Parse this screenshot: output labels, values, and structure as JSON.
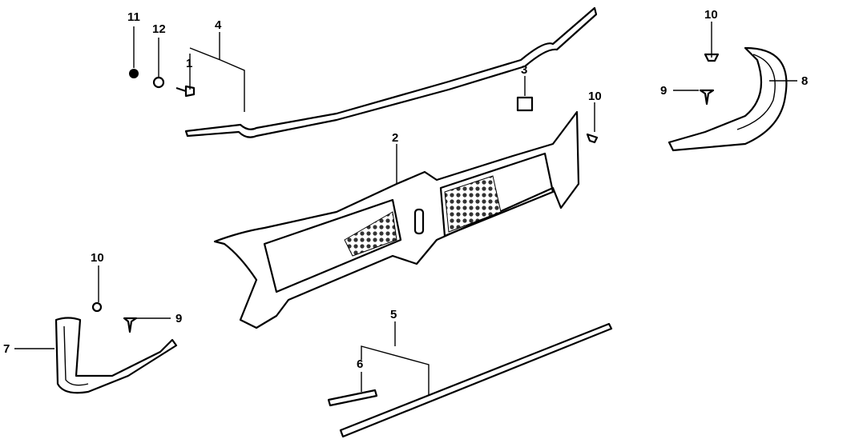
{
  "diagram": {
    "callouts": {
      "c11": "11",
      "c12": "12",
      "c4": "4",
      "c1": "1",
      "c3": "3",
      "c10a": "10",
      "c2": "2",
      "c10b": "10",
      "c9a": "9",
      "c8": "8",
      "c10c": "10",
      "c9b": "9",
      "c7": "7",
      "c5": "5",
      "c6": "6"
    }
  }
}
